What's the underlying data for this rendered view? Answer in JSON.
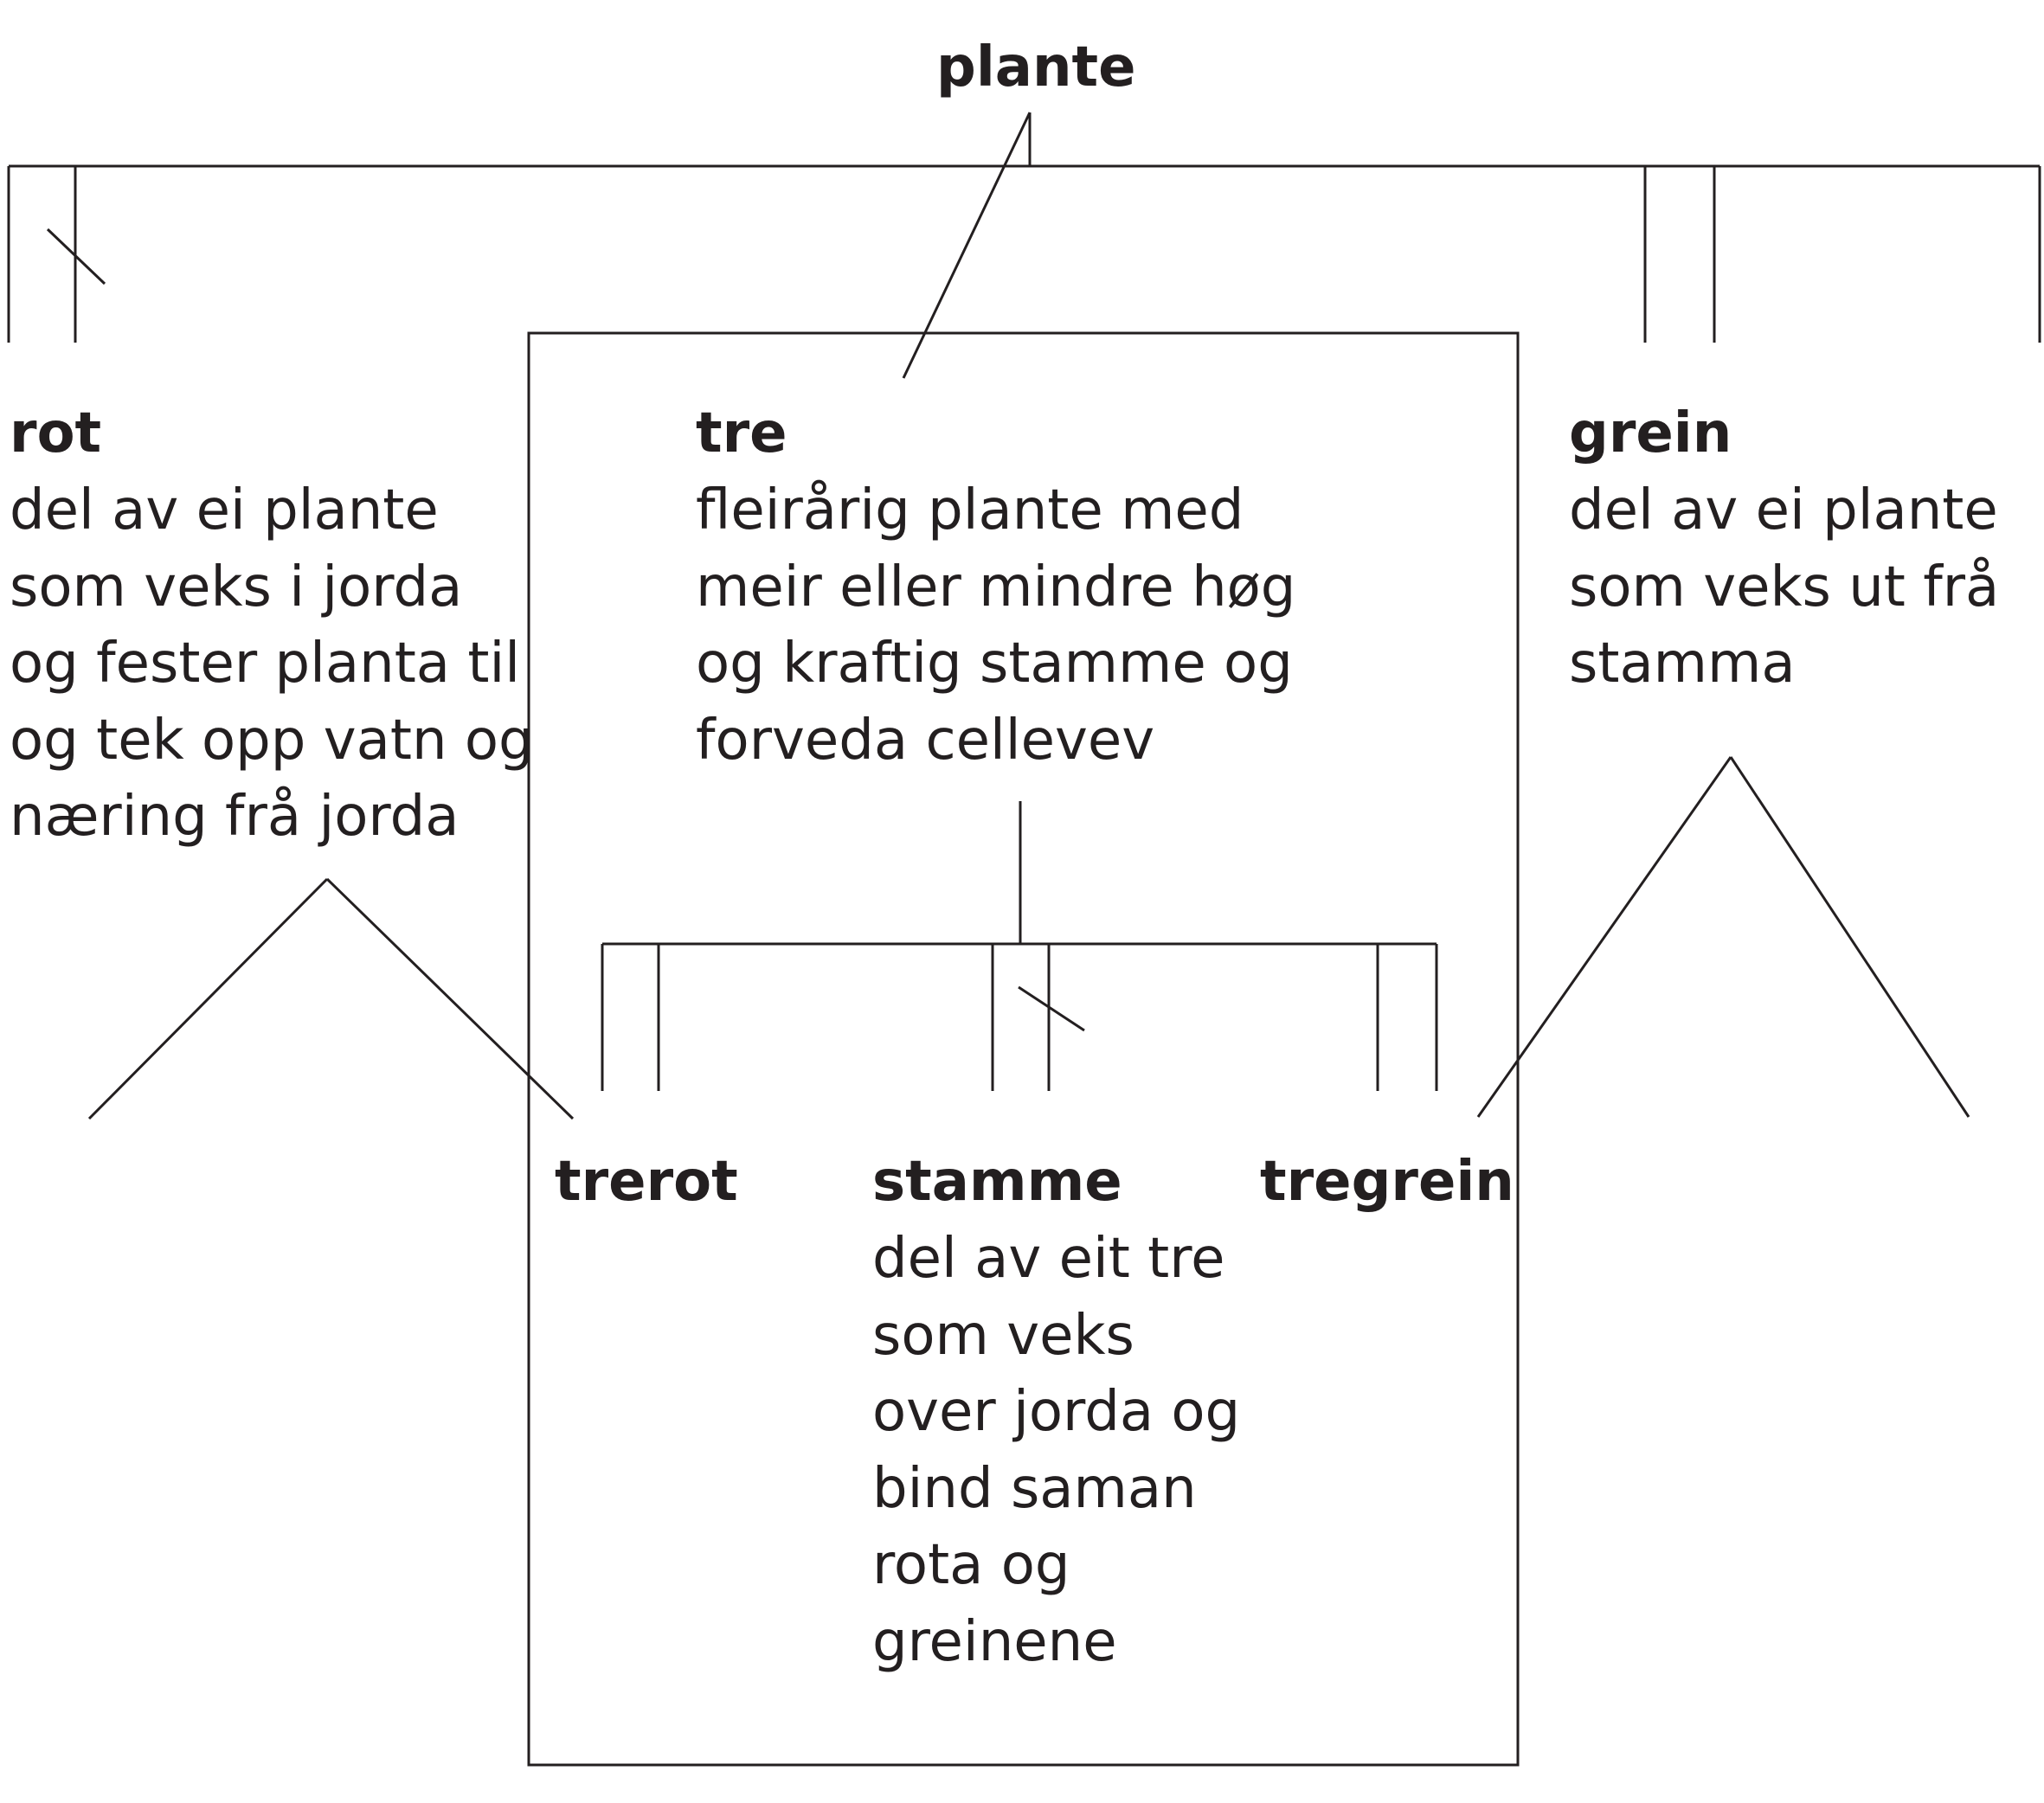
{
  "colors": {
    "ink": "#231f20",
    "background": "#ffffff"
  },
  "nodes": {
    "plante": {
      "term": "plante",
      "definition": []
    },
    "rot": {
      "term": "rot",
      "definition": [
        "del av ei plante",
        "som veks i jorda",
        "og fester planta til",
        "og tek opp vatn og",
        "næring frå jorda"
      ]
    },
    "tre": {
      "term": "tre",
      "definition": [
        "fleirårig plante med",
        "meir eller mindre høg",
        "og kraftig stamme og",
        "forveda cellevev"
      ]
    },
    "grein": {
      "term": "grein",
      "definition": [
        "del av ei plante",
        "som veks ut frå",
        "stamma"
      ]
    },
    "trerot": {
      "term": "trerot",
      "definition": []
    },
    "stamme": {
      "term": "stamme",
      "definition": [
        "del av eit tre",
        "som veks",
        "over jorda og",
        "bind saman",
        "rota og",
        "greinene"
      ]
    },
    "tregrein": {
      "term": "tregrein",
      "definition": []
    }
  }
}
